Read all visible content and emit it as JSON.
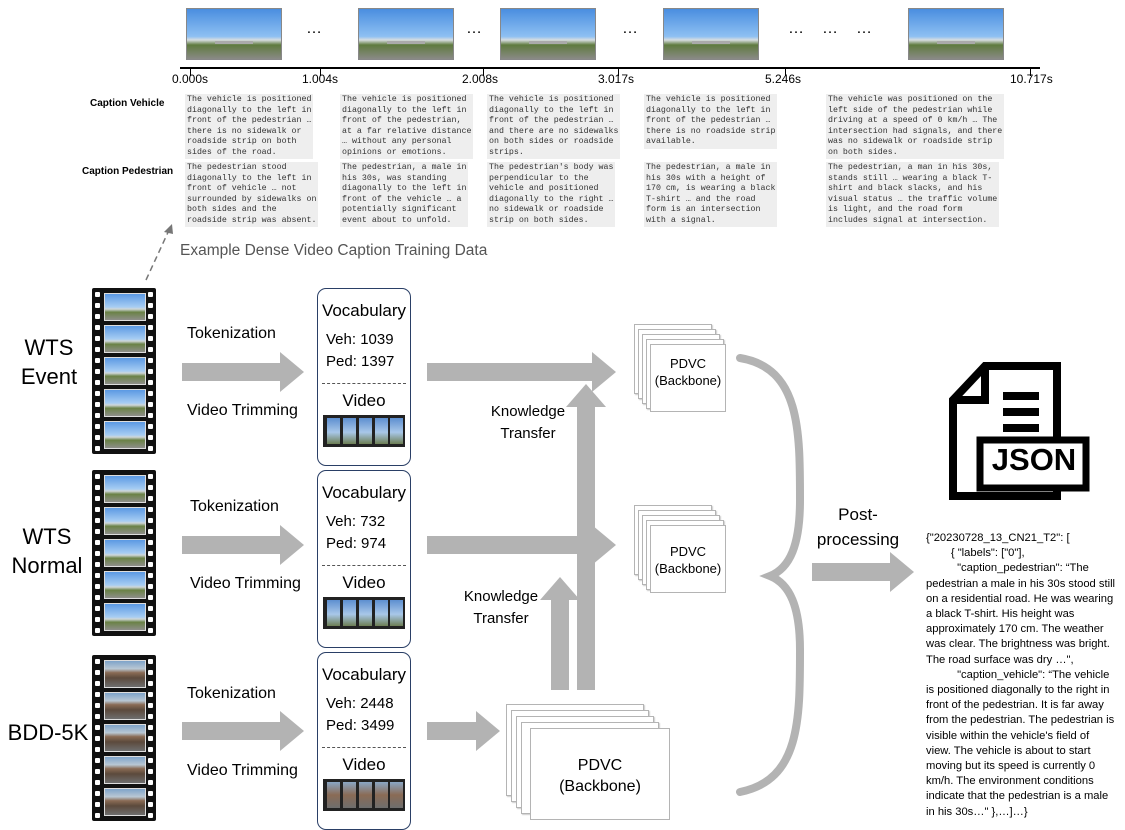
{
  "timeline": {
    "ellipsis": "…",
    "ticks": [
      "0.000s",
      "1.004s",
      "2.008s",
      "3.017s",
      "5.246s",
      "10.717s"
    ]
  },
  "captions": {
    "vehicle_label": "Caption Vehicle",
    "pedestrian_label": "Caption Pedestrian",
    "vehicle": [
      "The vehicle is positioned\ndiagonally to the left in\nfront of the pedestrian …\nthere is no sidewalk or\nroadside strip on both\nsides of the road.",
      "The vehicle is positioned\ndiagonally to the left in\nfront of the pedestrian,\nat a far relative distance\n… without any personal\nopinions or emotions.",
      "The vehicle is positioned\ndiagonally to the left in\nfront of the pedestrian …\nand there are no sidewalks\non both sides or roadside\nstrips.",
      "The vehicle is positioned\ndiagonally to the left in\nfront of the pedestrian …\nthere is no roadside strip\navailable.",
      "The vehicle was positioned on the\nleft side of the pedestrian while\ndriving at a speed of 0 km/h … The\nintersection had signals, and there\nwas no sidewalk or roadside strip\non both sides."
    ],
    "pedestrian": [
      "The pedestrian stood\ndiagonally to the left in\nfront of vehicle … not\nsurrounded by sidewalks on\nboth sides and the\nroadside strip was absent.",
      "The pedestrian, a male in\nhis 30s, was standing\ndiagonally to the left in\nfront of the vehicle … a\npotentially significant\nevent about to unfold.",
      "The pedestrian's body was\nperpendicular to the\nvehicle and positioned\ndiagonally to the right …\nno sidewalk or roadside\nstrip on both sides.",
      "The pedestrian, a male in\nhis 30s with a height of\n170 cm, is wearing a black\nT-shirt … and the road\nform is an intersection\nwith a signal.",
      "The pedestrian, a man in his 30s,\nstands still … wearing a black T-\nshirt and black slacks, and his\nvisual status … the traffic volume\nis light, and the road form\nincludes signal at intersection."
    ]
  },
  "example_caption": "Example Dense Video Caption Training Data",
  "datasets": [
    {
      "name": "WTS\nEvent",
      "tokenization": "Tokenization",
      "trimming": "Video Trimming",
      "vocab_title": "Vocabulary",
      "veh": "Veh: 1039",
      "ped": "Ped: 1397",
      "video": "Video"
    },
    {
      "name": "WTS\nNormal",
      "tokenization": "Tokenization",
      "trimming": "Video Trimming",
      "vocab_title": "Vocabulary",
      "veh": "Veh: 732",
      "ped": "Ped: 974",
      "video": "Video"
    },
    {
      "name": "BDD-5K",
      "tokenization": "Tokenization",
      "trimming": "Video Trimming",
      "vocab_title": "Vocabulary",
      "veh": "Veh: 2448",
      "ped": "Ped: 3499",
      "video": "Video"
    }
  ],
  "model_label": "PDVC\n(Backbone)",
  "knowledge_transfer": "Knowledge\nTransfer",
  "post_processing": "Post-\nprocessing",
  "json_icon_label": "JSON",
  "json_output": "{\"20230728_13_CN21_T2\": [\n        { \"labels\": [\"0\"],\n          \"caption_pedestrian\": “The\npedestrian a male in his 30s stood still\non a residential road. He was wearing\na black T-shirt. His height was\napproximately 170 cm. The weather\nwas clear. The brightness was bright.\nThe road surface was dry …\",\n          \"caption_vehicle\": “The vehicle\nis positioned diagonally to the right in\nfront of the pedestrian. It is far away\nfrom the pedestrian. The pedestrian is\nvisible within the vehicle's field of\nview. The vehicle is about to start\nmoving but its speed is currently 0\nkm/h. The environment conditions\nindicate that the pedestrian is a male\nin his 30s…\" },…]…}",
  "colors": {
    "arrow": "#b3b3b3",
    "box_border": "#2a3f66",
    "caption_bg": "#eeeeee"
  }
}
